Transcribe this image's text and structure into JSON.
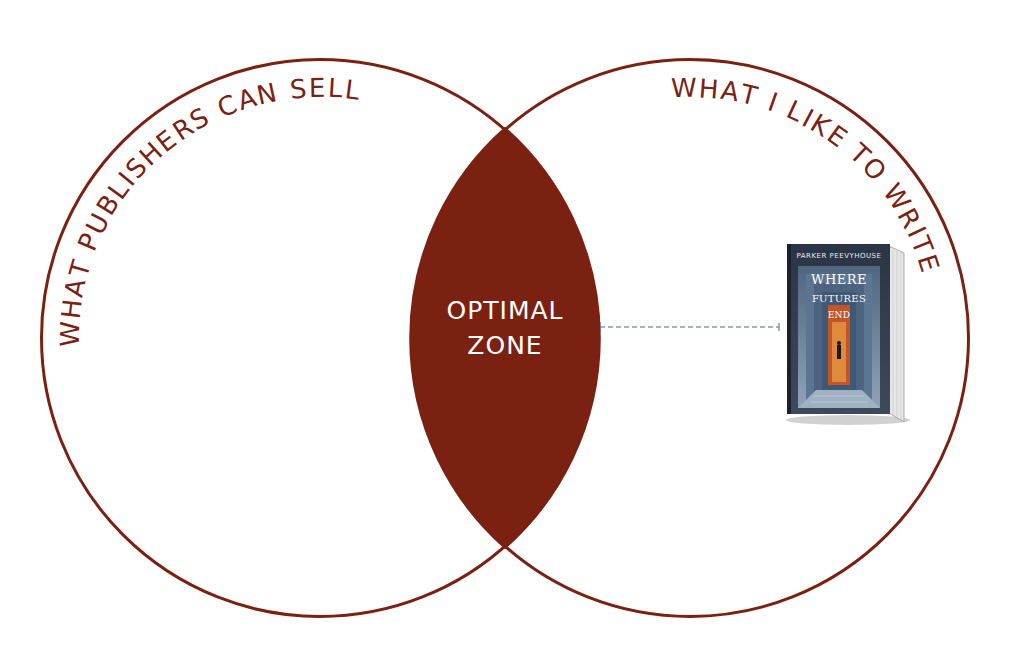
{
  "diagram": {
    "nodes": [
      {
        "text": [
          "WHAT PUBLISHERS CAN SELL"
        ]
      },
      {
        "text": [
          "WHAT I LIKE TO WRITE"
        ]
      },
      {
        "text": [
          "OPTIMAL ZONE"
        ]
      }
    ],
    "labels": [
      "PARKER PEEVYHOUSE",
      "WHERE",
      "FUTURES",
      "END"
    ]
  }
}
